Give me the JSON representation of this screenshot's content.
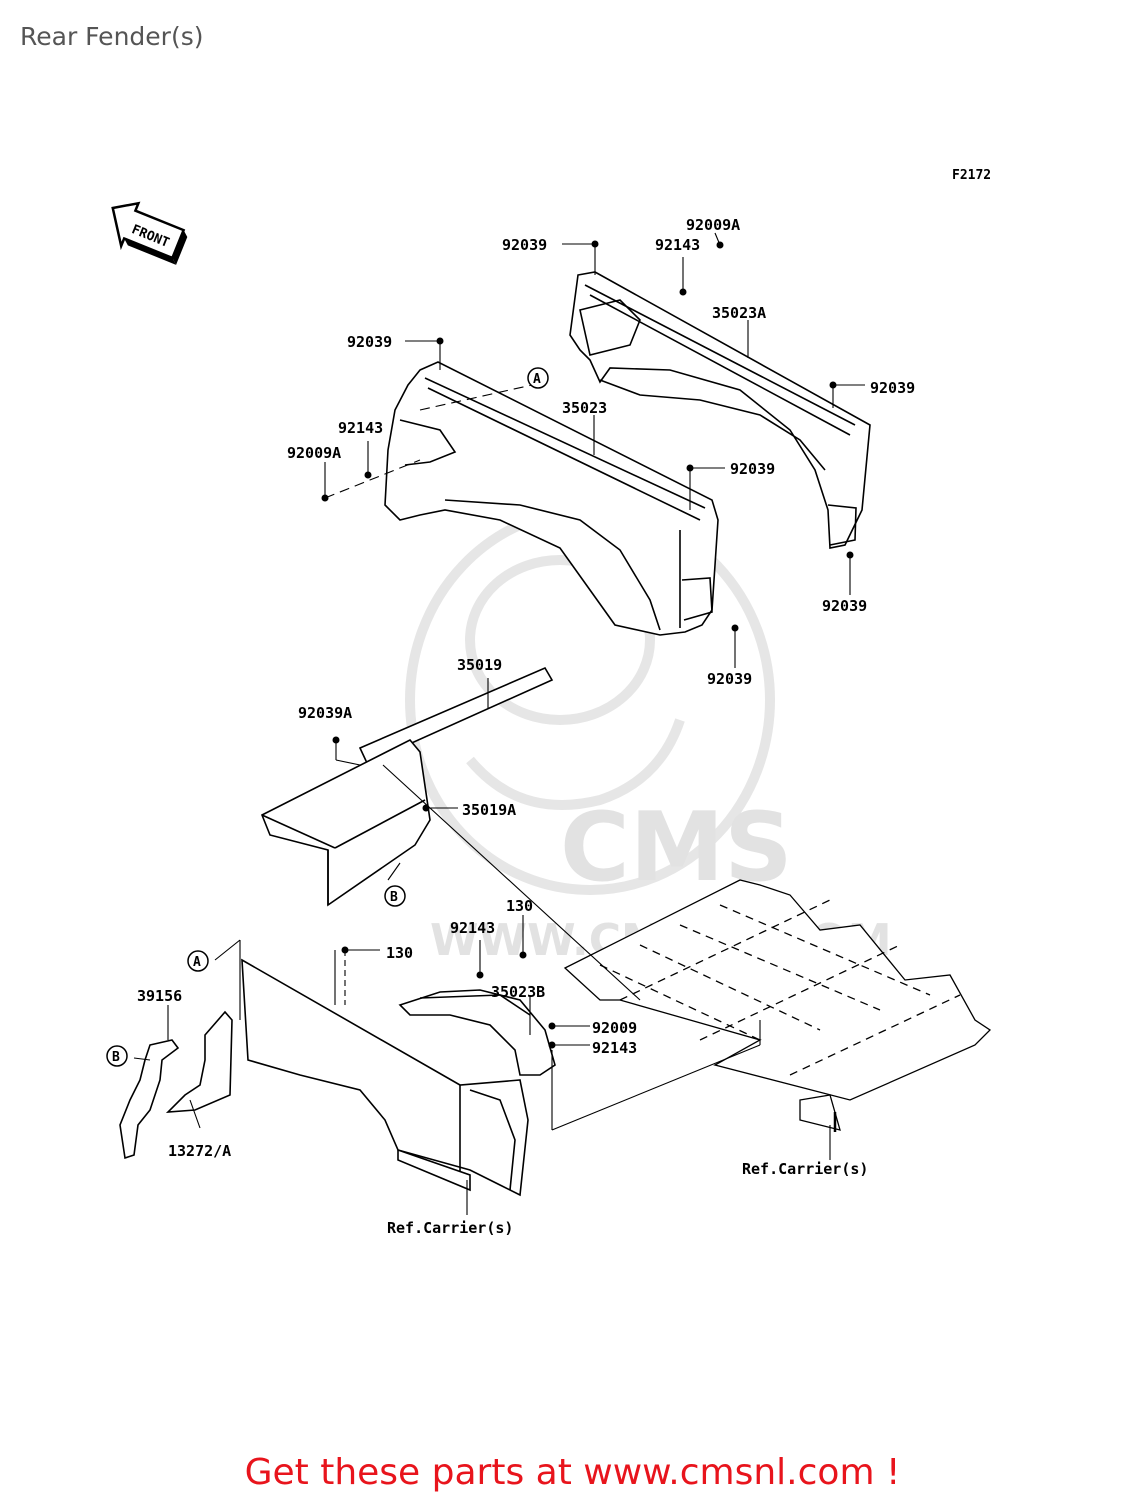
{
  "page": {
    "title": "Rear Fender(s)",
    "figure_code": "F2172"
  },
  "front_badge": "FRONT",
  "watermark": {
    "brand": "CMS",
    "url": "WWW.CMSNL.COM"
  },
  "callouts": {
    "a": "A",
    "b": "B"
  },
  "part_labels": {
    "p92009A_top": "92009A",
    "p92143_top": "92143",
    "p92039_top_a": "92039",
    "p35023A": "35023A",
    "p92039_right_mid": "92039",
    "p92039_right_low": "92039",
    "p92039_left_top": "92039",
    "p35023": "35023",
    "p92143_left": "92143",
    "p92009A_left": "92009A",
    "p92039_mid": "92039",
    "p92039_bottom": "92039",
    "p35019": "35019",
    "p92039A": "92039A",
    "p35019A": "35019A",
    "p130_a": "130",
    "p92143_mid": "92143",
    "p130_b": "130",
    "p35023B": "35023B",
    "p92009": "92009",
    "p92143_low": "92143",
    "p39156": "39156",
    "p13272A": "13272/A"
  },
  "references": {
    "carrier_right": "Ref.Carrier(s)",
    "carrier_left": "Ref.Carrier(s)"
  },
  "footer": {
    "text": "Get these parts at www.cmsnl.com !"
  },
  "colors": {
    "footer": "#e8141c",
    "title": "#555555",
    "line": "#000000",
    "watermark": "#e6e6e6"
  }
}
